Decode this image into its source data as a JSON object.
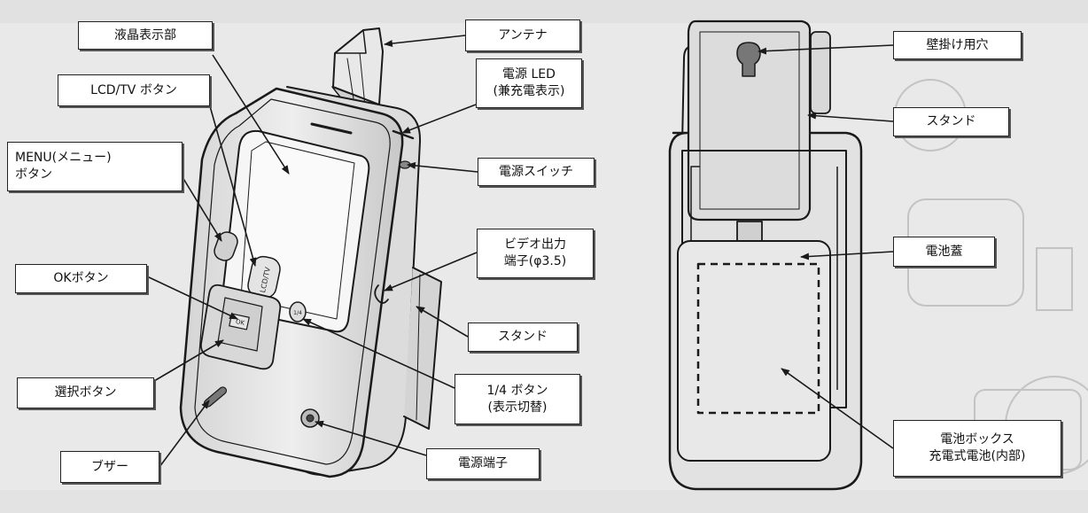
{
  "labels": {
    "lcd_display": "液晶表示部",
    "lcd_tv_button": "LCD/TV ボタン",
    "menu_button": "MENU(メニュー)\nボタン",
    "ok_button": "OKボタン",
    "select_button": "選択ボタン",
    "buzzer": "ブザー",
    "antenna": "アンテナ",
    "power_led": "電源 LED\n(兼充電表示)",
    "power_switch": "電源スイッチ",
    "video_out": "ビデオ出力\n端子(φ3.5)",
    "stand_front": "スタンド",
    "quarter_button": "1/4 ボタン\n(表示切替)",
    "power_jack": "電源端子",
    "wall_hole": "壁掛け用穴",
    "stand_back": "スタンド",
    "battery_cover": "電池蓋",
    "battery_box": "電池ボックス\n充電式電池(内部)"
  },
  "device_marks": {
    "lcd_tv_key": "LCD/TV",
    "ok_key": "OK",
    "quarter_key": "1/4"
  },
  "colors": {
    "background": "#e9e9e9",
    "line": "#1a1a1a",
    "label_fill": "#ffffff"
  }
}
